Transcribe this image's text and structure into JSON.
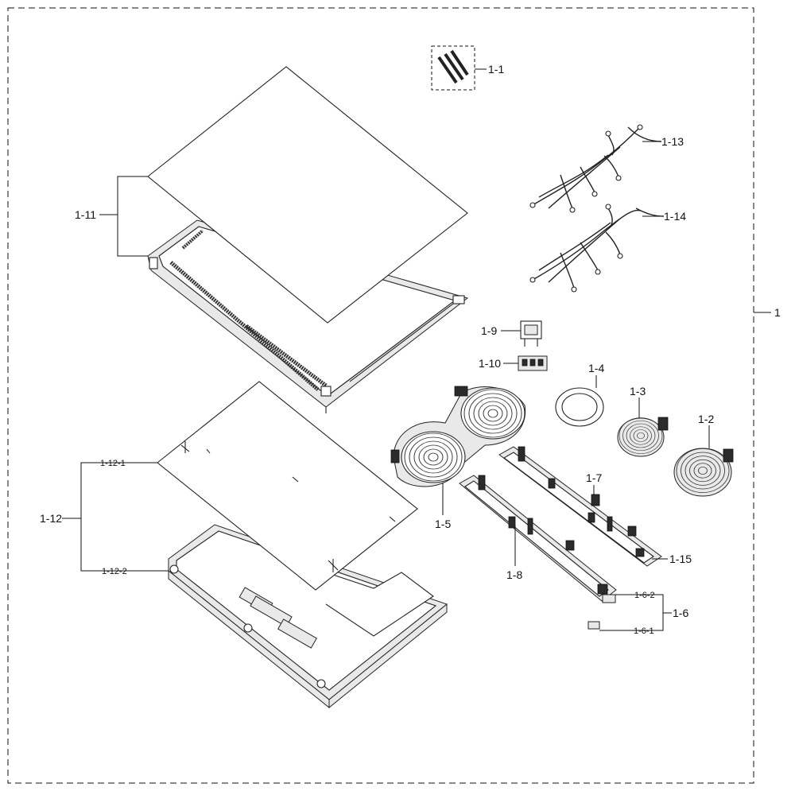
{
  "labels": {
    "assembly": "1",
    "p1_1": "1-1",
    "p1_2": "1-2",
    "p1_3": "1-3",
    "p1_4": "1-4",
    "p1_5": "1-5",
    "p1_6": "1-6",
    "p1_6_1": "1-6-1",
    "p1_6_2": "1-6-2",
    "p1_7": "1-7",
    "p1_8": "1-8",
    "p1_9": "1-9",
    "p1_10": "1-10",
    "p1_11": "1-11",
    "p1_12": "1-12",
    "p1_12_1": "1-12-1",
    "p1_12_2": "1-12-2",
    "p1_13": "1-13",
    "p1_14": "1-14",
    "p1_15": "1-15"
  }
}
